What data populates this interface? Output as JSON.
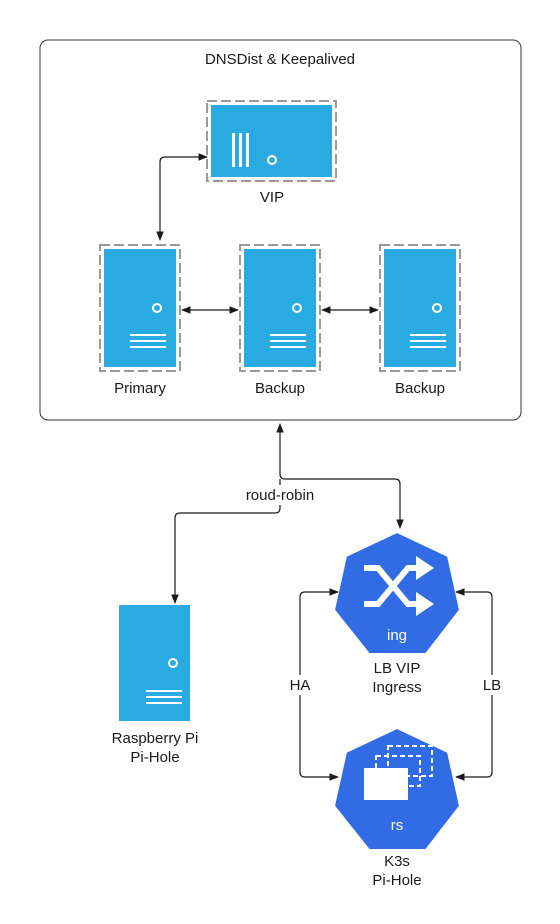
{
  "container": {
    "title": "DNSDist & Keepalived"
  },
  "nodes": {
    "vip": {
      "label": "VIP"
    },
    "primary": {
      "label": "Primary"
    },
    "backup1": {
      "label": "Backup"
    },
    "backup2": {
      "label": "Backup"
    },
    "pihole": {
      "label_line1": "Raspberry Pi",
      "label_line2": "Pi-Hole"
    },
    "ingress": {
      "badge": "ing",
      "label_line1": "LB VIP",
      "label_line2": "Ingress"
    },
    "k3s": {
      "badge": "rs",
      "label_line1": "K3s",
      "label_line2": "Pi-Hole"
    }
  },
  "edges": {
    "roundrobin": "roud-robin",
    "ha": "HA",
    "lb": "LB"
  },
  "colors": {
    "server_blue": "#29abe2",
    "k8s_blue": "#326ce5",
    "stroke": "#1a1a1a"
  }
}
